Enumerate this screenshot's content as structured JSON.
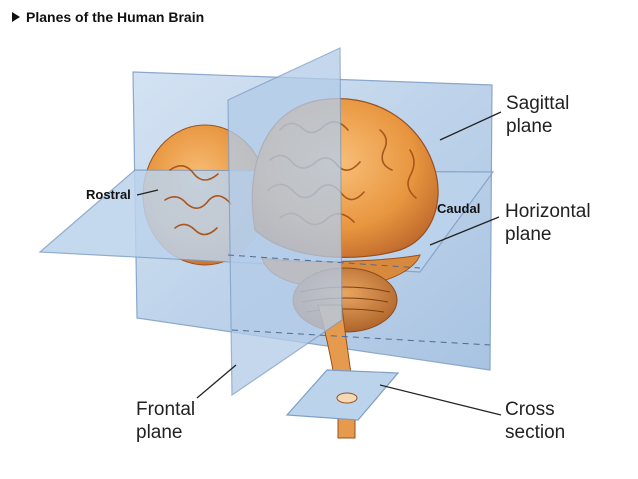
{
  "title": "Planes of the Human Brain",
  "labels": {
    "sagittal": [
      "Sagittal",
      "plane"
    ],
    "horizontal": [
      "Horizontal",
      "plane"
    ],
    "frontal": [
      "Frontal",
      "plane"
    ],
    "cross": [
      "Cross",
      "section"
    ],
    "rostral": "Rostral",
    "caudal": "Caudal"
  },
  "colors": {
    "plane_fill": "#b8cfe8",
    "plane_edge": "#8aa6c8",
    "brain": "#e8963f",
    "brain_light": "#f6b86c",
    "brain_dark": "#b8622a",
    "leader": "#222222"
  }
}
